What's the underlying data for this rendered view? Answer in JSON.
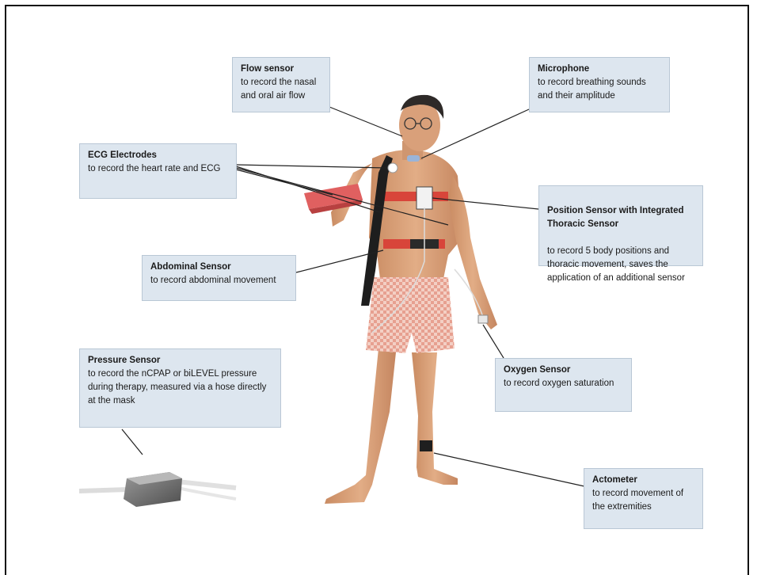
{
  "labels": {
    "flow": {
      "title": "Flow sensor",
      "desc": "to record the nasal\nand oral air flow"
    },
    "microphone": {
      "title": "Microphone",
      "desc": "to record breathing sounds\nand their amplitude"
    },
    "ecg": {
      "title": "ECG Electrodes",
      "desc": "to record the heart rate and ECG"
    },
    "position": {
      "title": "Position Sensor with Integrated\nThoracic Sensor",
      "desc": "to record 5 body positions and\nthoracic movement, saves the\napplication of an additional sensor"
    },
    "abdominal": {
      "title": "Abdominal Sensor",
      "desc": "to record abdominal movement"
    },
    "pressure": {
      "title": "Pressure Sensor",
      "desc": "to record the nCPAP or biLEVEL pressure\nduring therapy, measured via a hose directly\nat the mask"
    },
    "oxygen": {
      "title": "Oxygen Sensor",
      "desc": "to record oxygen saturation"
    },
    "actometer": {
      "title": "Actometer",
      "desc": "to record movement of\nthe extremities"
    }
  },
  "colors": {
    "box_fill": "#dde6ef",
    "skin": "#d9a27a",
    "shorts": "#e08a7a",
    "belt": "#d8453a",
    "device": "#e06060"
  }
}
